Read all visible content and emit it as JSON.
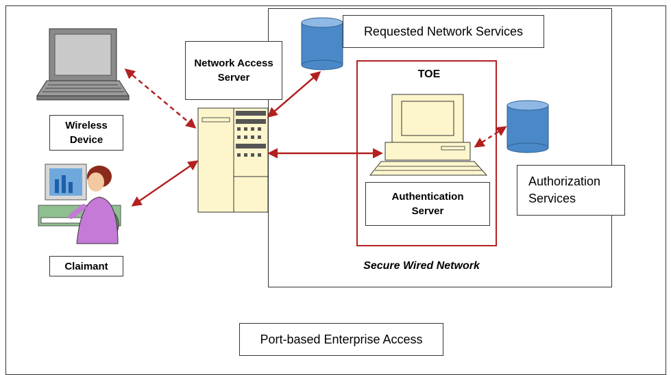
{
  "labels": {
    "requested_services": "Requested Network Services",
    "nas": "Network Access Server",
    "toe": "TOE",
    "auth_server": "Authentication Server",
    "authz_services": "Authorization Services",
    "wireless_device": "Wireless Device",
    "claimant": "Claimant",
    "secure_network": "Secure  Wired Network",
    "port_based": "Port-based Enterprise Access"
  },
  "colors": {
    "arrow": "#b22020",
    "database": "#4a88c8",
    "server_fill": "#fdf6cc",
    "toe_border": "#b22020"
  },
  "icons": [
    "laptop-icon",
    "database-icon",
    "server-icon",
    "desktop-computer-icon",
    "user-at-computer-icon"
  ]
}
